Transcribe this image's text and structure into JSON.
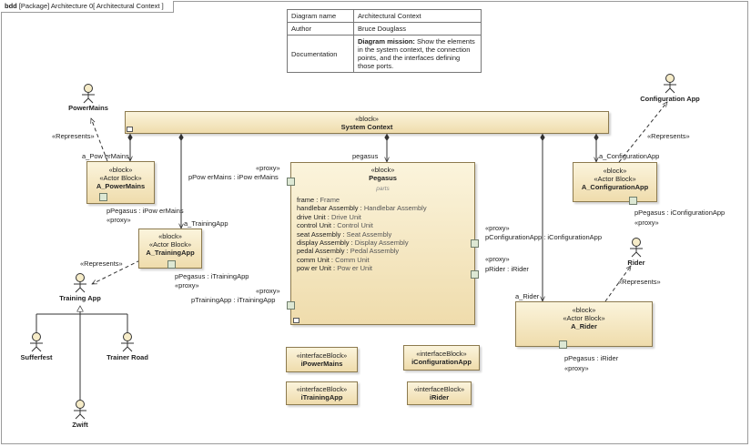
{
  "frame": {
    "kind": "bdd",
    "label": "[Package] Architecture 0[ Architectural Context ]"
  },
  "info_table": {
    "rows": [
      {
        "key": "Diagram name",
        "value": "Architectural Context"
      },
      {
        "key": "Author",
        "value": "Bruce Douglass"
      },
      {
        "key": "Documentation",
        "value_bold": "Diagram mission:",
        "value": " Show the elements in the system context, the connection points, and the interfaces defining those ports."
      }
    ]
  },
  "system_context": {
    "stereotype": "«block»",
    "name": "System Context"
  },
  "pegasus": {
    "stereotype": "«block»",
    "name": "Pegasus",
    "compartment": "parts",
    "parts": [
      {
        "name": "frame",
        "type": "Frame"
      },
      {
        "name": "handlebar Assembly",
        "type": "Handlebar Assembly"
      },
      {
        "name": "drive Unit",
        "type": "Drive Unit"
      },
      {
        "name": "control Unit",
        "type": "Control Unit"
      },
      {
        "name": "seat Assembly",
        "type": "Seat Assembly"
      },
      {
        "name": "display Assembly",
        "type": "Display Assembly"
      },
      {
        "name": "pedal Assembly",
        "type": "Pedal Assembly"
      },
      {
        "name": "comm Unit",
        "type": "Comm Unit"
      },
      {
        "name": "pow er Unit",
        "type": "Pow er Unit"
      }
    ]
  },
  "blocks": {
    "power_mains": {
      "stereotype": "«block»",
      "stereotype2": "«Actor Block»",
      "name": "A_PowerMains"
    },
    "training_app": {
      "stereotype": "«block»",
      "stereotype2": "«Actor Block»",
      "name": "A_TrainingApp"
    },
    "configuration_app": {
      "stereotype": "«block»",
      "stereotype2": "«Actor Block»",
      "name": "A_ConfigurationApp"
    },
    "rider": {
      "stereotype": "«block»",
      "stereotype2": "«Actor Block»",
      "name": "A_Rider"
    }
  },
  "actors": {
    "power_mains": "PowerMains",
    "configuration_app": "Configuration App",
    "training_app": "Training App",
    "rider": "Rider",
    "sufferfest": "Sufferfest",
    "trainer_road": "Trainer Road",
    "zwift": "Zwift"
  },
  "interface_blocks": [
    {
      "stereotype": "«interfaceBlock»",
      "name": "iPowerMains"
    },
    {
      "stereotype": "«interfaceBlock»",
      "name": "iConfigurationApp"
    },
    {
      "stereotype": "«interfaceBlock»",
      "name": "iTrainingApp"
    },
    {
      "stereotype": "«interfaceBlock»",
      "name": "iRider"
    }
  ],
  "labels": {
    "represents": "«Represents»",
    "proxy": "«proxy»",
    "a_powermains": "a_Pow erMains",
    "a_trainingapp": "a_TrainingApp",
    "a_configurationapp": "a_ConfigurationApp",
    "a_rider": "a_Rider",
    "pegasus_role": "pegasus",
    "ppowermains_pegasus": "pPow erMains : iPow erMains",
    "ptrainingapp_pegasus": "pTrainingApp : iTrainingApp",
    "pconfigurationapp_pegasus": "pConfigurationApp : iConfigurationApp",
    "prider_pegasus": "pRider : iRider",
    "ppegasus_powermains": "pPegasus : iPow erMains",
    "ppegasus_trainingapp": "pPegasus : iTrainingApp",
    "ppegasus_configurationapp": "pPegasus : iConfigurationApp",
    "ppegasus_rider": "pPegasus : iRider"
  }
}
